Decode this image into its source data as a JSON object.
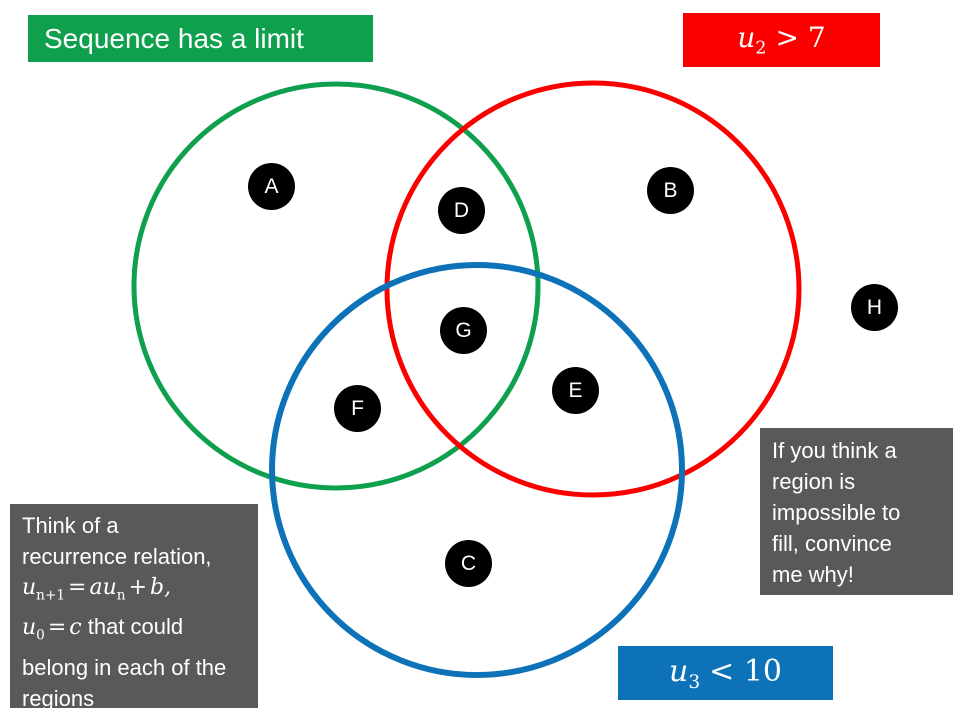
{
  "colors": {
    "green": "#0FA04E",
    "red": "#FC0000",
    "blue": "#0E72B9",
    "gray": "#595959",
    "dot_black": "#000000",
    "white": "#FFFFFF"
  },
  "green_box": {
    "label": "Sequence has a limit"
  },
  "red_box": {
    "var": "u",
    "sub": "2",
    "relation": "> 7"
  },
  "blue_box": {
    "var": "u",
    "sub": "3",
    "relation": "< 10"
  },
  "think_box": {
    "line1": "Think of a",
    "line2": "recurrence relation,",
    "formula1": {
      "u": "u",
      "u_sub": "n+1",
      "eq": "=",
      "au": "au",
      "au_sub": "n",
      "plus": "+",
      "b": "b,"
    },
    "formula2": {
      "u": "u",
      "u_sub": "0",
      "eq": "=",
      "c": "c",
      "rest": "that could"
    },
    "line5": "belong in each of the",
    "line6": "regions"
  },
  "note_box": {
    "lines": [
      "If you think a",
      "region is",
      "impossible to",
      "fill, convince",
      "me why!"
    ]
  },
  "points": [
    "A",
    "B",
    "C",
    "D",
    "E",
    "F",
    "G",
    "H"
  ]
}
